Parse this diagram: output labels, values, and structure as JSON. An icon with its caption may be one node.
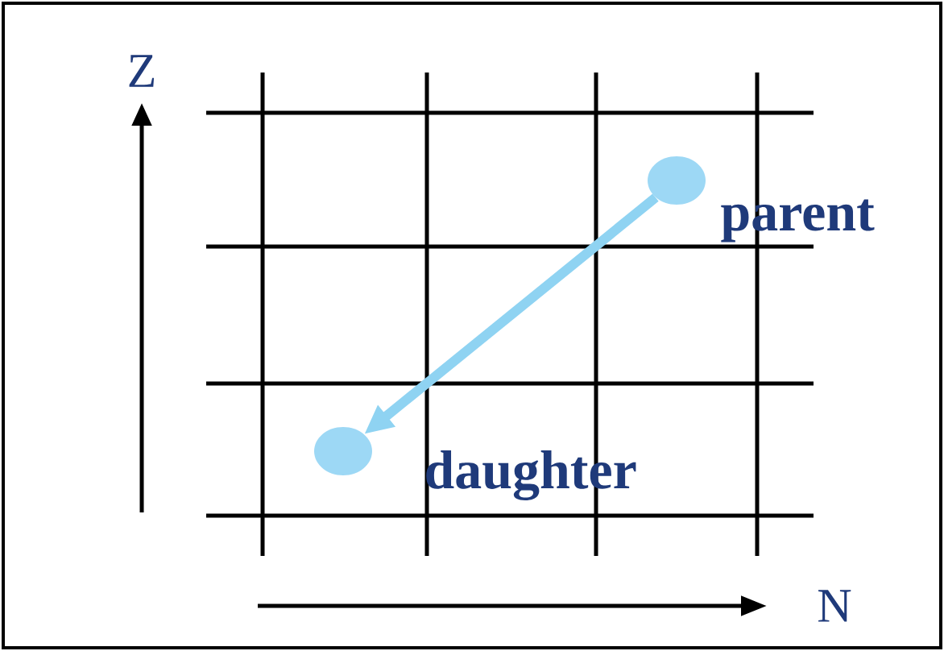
{
  "diagram": {
    "nodes": [
      {
        "text": [],
        "shape": "circle",
        "beside": [
          "parent"
        ]
      },
      {
        "text": [],
        "shape": "circle",
        "beside": [
          "daughter"
        ]
      }
    ],
    "edges": [
      {
        "from": 0,
        "to": 1,
        "arrow": "to",
        "color": "#8fd3f2"
      }
    ],
    "labels": [
      "Z",
      "N"
    ]
  }
}
